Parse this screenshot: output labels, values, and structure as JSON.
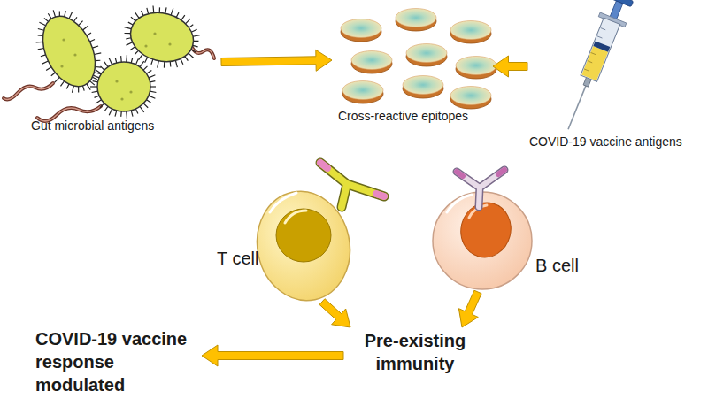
{
  "diagram": {
    "nodes": [
      {
        "text": [
          "Gut microbial antigens"
        ]
      },
      {
        "text": [
          "Cross-reactive epitopes"
        ]
      },
      {
        "text": [
          "COVID-19 vaccine antigens"
        ]
      },
      {
        "text": [
          "T cell"
        ]
      },
      {
        "text": [
          "B cell"
        ]
      },
      {
        "text": [
          "Pre-existing immunity"
        ]
      },
      {
        "text": [
          "COVID-19 vaccine response modulated"
        ]
      }
    ],
    "edges": [
      {
        "from": 0,
        "to": 1,
        "arrow": "to"
      },
      {
        "from": 2,
        "to": 1,
        "arrow": "to"
      },
      {
        "from": 3,
        "to": 5,
        "arrow": "to"
      },
      {
        "from": 4,
        "to": 5,
        "arrow": "to"
      },
      {
        "from": 5,
        "to": 6,
        "arrow": "to"
      }
    ]
  }
}
